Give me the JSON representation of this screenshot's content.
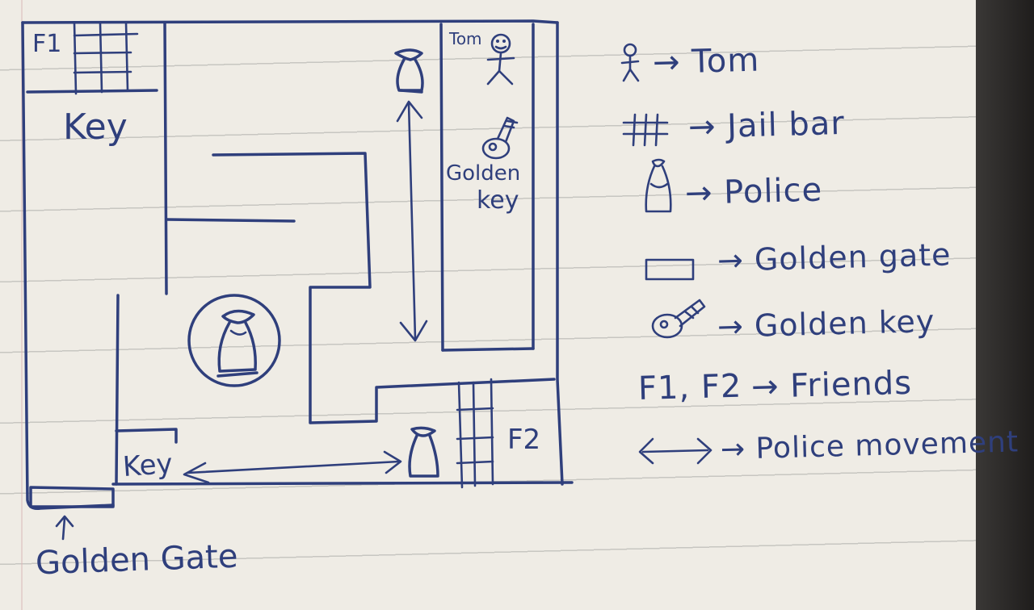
{
  "map": {
    "friend1": "F1",
    "friend2": "F2",
    "key_upper": "Key",
    "key_lower": "Key",
    "tom_label": "Tom",
    "golden_key_line1": "Golden",
    "golden_key_line2": "key",
    "golden_gate_label": "Golden Gate"
  },
  "legend": [
    {
      "icon": "tom-figure-icon",
      "text": "→ Tom"
    },
    {
      "icon": "jail-bar-icon",
      "text": "→ Jail bar"
    },
    {
      "icon": "police-icon",
      "text": "→ Police"
    },
    {
      "icon": "golden-gate-icon",
      "text": "→ Golden gate"
    },
    {
      "icon": "golden-key-icon",
      "text": "→ Golden key"
    },
    {
      "icon": "friends-label",
      "text": "F1, F2",
      "suffix": "→ Friends"
    },
    {
      "icon": "double-arrow-icon",
      "text": "→ Police movement"
    }
  ],
  "colors": {
    "ink": "#2f3f7c",
    "paper": "#efece5",
    "rule": "#c7c6c1"
  }
}
